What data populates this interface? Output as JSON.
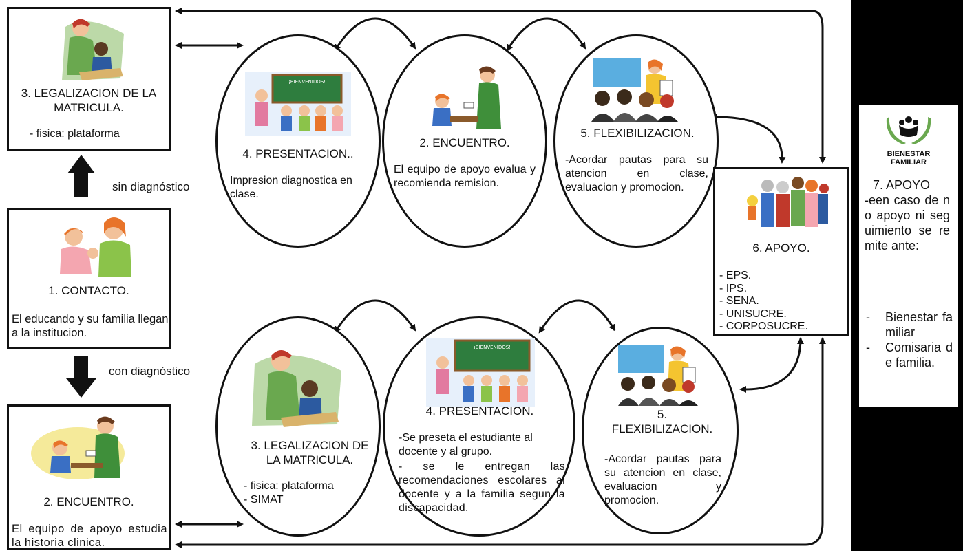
{
  "boxes": {
    "legalizacion_top": {
      "title": "3. LEGALIZACION DE LA MATRICULA.",
      "line": "- fisica: plataforma"
    },
    "contacto": {
      "title": "1. CONTACTO.",
      "body": "El educando y su familia llegan a la institucion."
    },
    "encuentro_bottom": {
      "title": "2. ENCUENTRO.",
      "body": "El equipo de apoyo estudia la historia clinica."
    },
    "apoyo6": {
      "title": "6. APOYO.",
      "items": [
        "- EPS.",
        "- IPS.",
        "- SENA.",
        "- UNISUCRE.",
        "- CORPOSUCRE."
      ]
    }
  },
  "labels": {
    "sin_diagnostico": "sin diagnóstico",
    "con_diagnostico": "con diagnóstico"
  },
  "top_row": {
    "presentacion": {
      "title": "4. PRESENTACION..",
      "body": "Impresion diagnostica en clase.",
      "board": "¡BIENVENIDOS!"
    },
    "encuentro": {
      "title": "2. ENCUENTRO.",
      "body": "El equipo de apoyo evalua y recomienda remision."
    },
    "flexibilizacion": {
      "title": "5. FLEXIBILIZACION.",
      "body": "-Acordar pautas para su atencion en clase, evaluacion y promocion."
    }
  },
  "bottom_row": {
    "legalizacion": {
      "title": "3. LEGALIZACION DE LA MATRICULA.",
      "items": [
        "- fisica: plataforma",
        "- SIMAT"
      ]
    },
    "presentacion": {
      "title": "4. PRESENTACION.",
      "body1": "-Se preseta el estudiante al docente y al grupo.",
      "body2": "- se le entregan las recomendaciones escolares al docente y a la familia segun la discapacidad.",
      "board": "¡BIENVENIDOS!"
    },
    "flexibilizacion": {
      "title": "5. FLEXIBILIZACION.",
      "body": "-Acordar pautas para su atencion en clase, evaluacion y promocion."
    }
  },
  "side": {
    "logo_line1": "BIENESTAR",
    "logo_line2": "FAMILIAR",
    "title": "7. APOYO",
    "body": "-een caso de no apoyo ni seguimiento se remite ante:",
    "items": [
      "Bienestar familiar",
      "Comisaria de familia."
    ]
  },
  "colors": {
    "line": "#111111",
    "board": "#2e7d3e",
    "skin": "#f2c19a",
    "green": "#6aa84f",
    "orange": "#e8742a"
  }
}
